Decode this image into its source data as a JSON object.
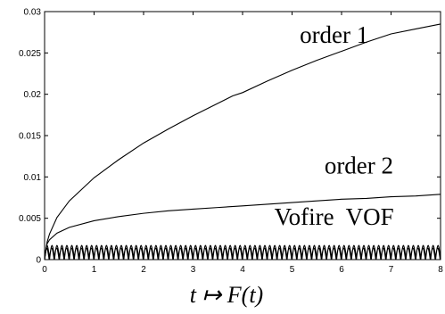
{
  "chart_data": {
    "type": "line",
    "title": "",
    "xlabel": "t ↦ F(t)",
    "ylabel": "",
    "xlim": [
      0,
      8
    ],
    "ylim": [
      0,
      0.03
    ],
    "grid": false,
    "x_ticks": [
      0,
      1,
      2,
      3,
      4,
      5,
      6,
      7,
      8
    ],
    "x_tick_labels": [
      "0",
      "1",
      "2",
      "3",
      "4",
      "5",
      "6",
      "7",
      "8"
    ],
    "y_ticks": [
      0,
      0.005,
      0.01,
      0.015,
      0.02,
      0.025,
      0.03
    ],
    "y_tick_labels": [
      "0",
      "0.005",
      "0.01",
      "0.015",
      "0.02",
      "0.025",
      "0.03"
    ],
    "series": [
      {
        "name": "order 1",
        "x": [
          0,
          0.05,
          0.1,
          0.25,
          0.5,
          1,
          1.5,
          2,
          2.5,
          3,
          3.5,
          3.8,
          4,
          4.5,
          5,
          5.5,
          6,
          6.5,
          7,
          7.5,
          8
        ],
        "y": [
          0,
          0.0021,
          0.0031,
          0.0051,
          0.0071,
          0.0099,
          0.0121,
          0.0141,
          0.0158,
          0.0174,
          0.0189,
          0.0198,
          0.0202,
          0.0216,
          0.0229,
          0.0241,
          0.0252,
          0.0263,
          0.0273,
          0.0279,
          0.0285
        ]
      },
      {
        "name": "order 2",
        "x": [
          0,
          0.05,
          0.1,
          0.25,
          0.5,
          1,
          1.5,
          2,
          2.5,
          3,
          3.5,
          4,
          4.5,
          5,
          5.5,
          6,
          6.5,
          7,
          7.5,
          8
        ],
        "y": [
          0,
          0.0019,
          0.0024,
          0.0032,
          0.0039,
          0.0047,
          0.0052,
          0.0056,
          0.0059,
          0.0061,
          0.0063,
          0.0065,
          0.0067,
          0.0069,
          0.0071,
          0.0073,
          0.0074,
          0.0076,
          0.0077,
          0.0079
        ]
      },
      {
        "name": "Vofire VOF",
        "oscillation": {
          "period": 0.1,
          "min": 0,
          "max": 0.0017
        }
      }
    ],
    "annotations": [
      {
        "text": "order 1",
        "x": 5.85,
        "y": 0.0262
      },
      {
        "text": "order 2",
        "x": 6.35,
        "y": 0.0104
      },
      {
        "text": "Vofire  VOF",
        "x": 5.85,
        "y": 0.0042
      }
    ]
  }
}
